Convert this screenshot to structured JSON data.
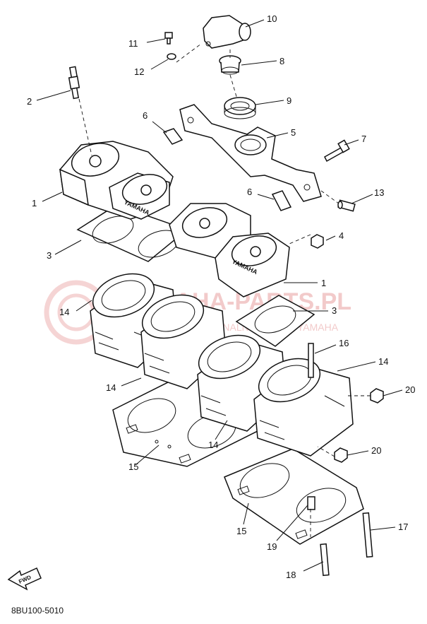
{
  "diagram_code": "8BU100-5010",
  "fwd_label": "FWD",
  "brand_embossing": "YAMAHA",
  "watermark": {
    "main": "YAMAHA-PARTS.PL",
    "sub": "WYŁĄCZNIE ORYGINALNE CZĘŚCI YAMAHA",
    "color": "#e9a0a0"
  },
  "callouts": [
    {
      "id": "c1a",
      "label": "1"
    },
    {
      "id": "c1b",
      "label": "1"
    },
    {
      "id": "c2",
      "label": "2"
    },
    {
      "id": "c3a",
      "label": "3"
    },
    {
      "id": "c3b",
      "label": "3"
    },
    {
      "id": "c4",
      "label": "4"
    },
    {
      "id": "c5",
      "label": "5"
    },
    {
      "id": "c6a",
      "label": "6"
    },
    {
      "id": "c6b",
      "label": "6"
    },
    {
      "id": "c7",
      "label": "7"
    },
    {
      "id": "c8",
      "label": "8"
    },
    {
      "id": "c9",
      "label": "9"
    },
    {
      "id": "c10",
      "label": "10"
    },
    {
      "id": "c11",
      "label": "11"
    },
    {
      "id": "c12",
      "label": "12"
    },
    {
      "id": "c13",
      "label": "13"
    },
    {
      "id": "c14a",
      "label": "14"
    },
    {
      "id": "c14b",
      "label": "14"
    },
    {
      "id": "c14c",
      "label": "14"
    },
    {
      "id": "c14d",
      "label": "14"
    },
    {
      "id": "c15a",
      "label": "15"
    },
    {
      "id": "c15b",
      "label": "15"
    },
    {
      "id": "c16",
      "label": "16"
    },
    {
      "id": "c17",
      "label": "17"
    },
    {
      "id": "c18",
      "label": "18"
    },
    {
      "id": "c19",
      "label": "19"
    },
    {
      "id": "c20a",
      "label": "20"
    },
    {
      "id": "c20b",
      "label": "20"
    }
  ]
}
